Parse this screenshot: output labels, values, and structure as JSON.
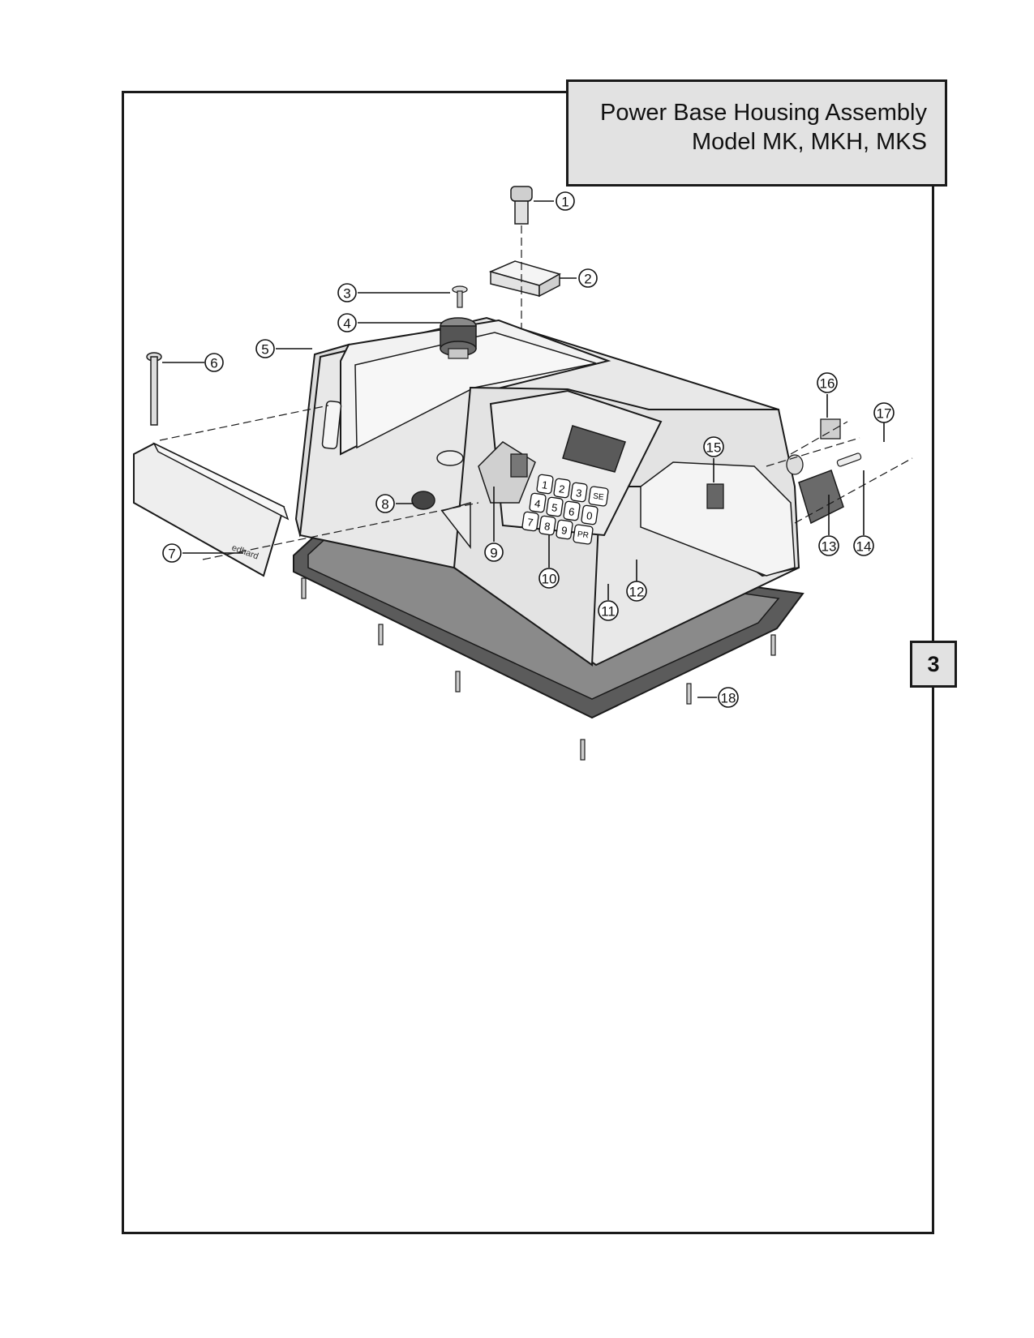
{
  "title": {
    "line1": "Power Base Housing Assembly",
    "line2": "Model MK, MKH, MKS"
  },
  "page_tab": "3",
  "keypad": {
    "keys": [
      "1",
      "2",
      "3",
      "SE",
      "4",
      "5",
      "6",
      "0",
      "7",
      "8",
      "9",
      "PR"
    ]
  },
  "cover_brand": "edhard",
  "callouts": [
    "1",
    "2",
    "3",
    "4",
    "5",
    "6",
    "7",
    "8",
    "9",
    "10",
    "11",
    "12",
    "13",
    "14",
    "15",
    "16",
    "17",
    "18"
  ],
  "colors": {
    "housing": "#e6e6e6",
    "base_plate": "#5b5b5b",
    "line": "#1a1a1a",
    "title_fill": "#e2e2e2"
  }
}
